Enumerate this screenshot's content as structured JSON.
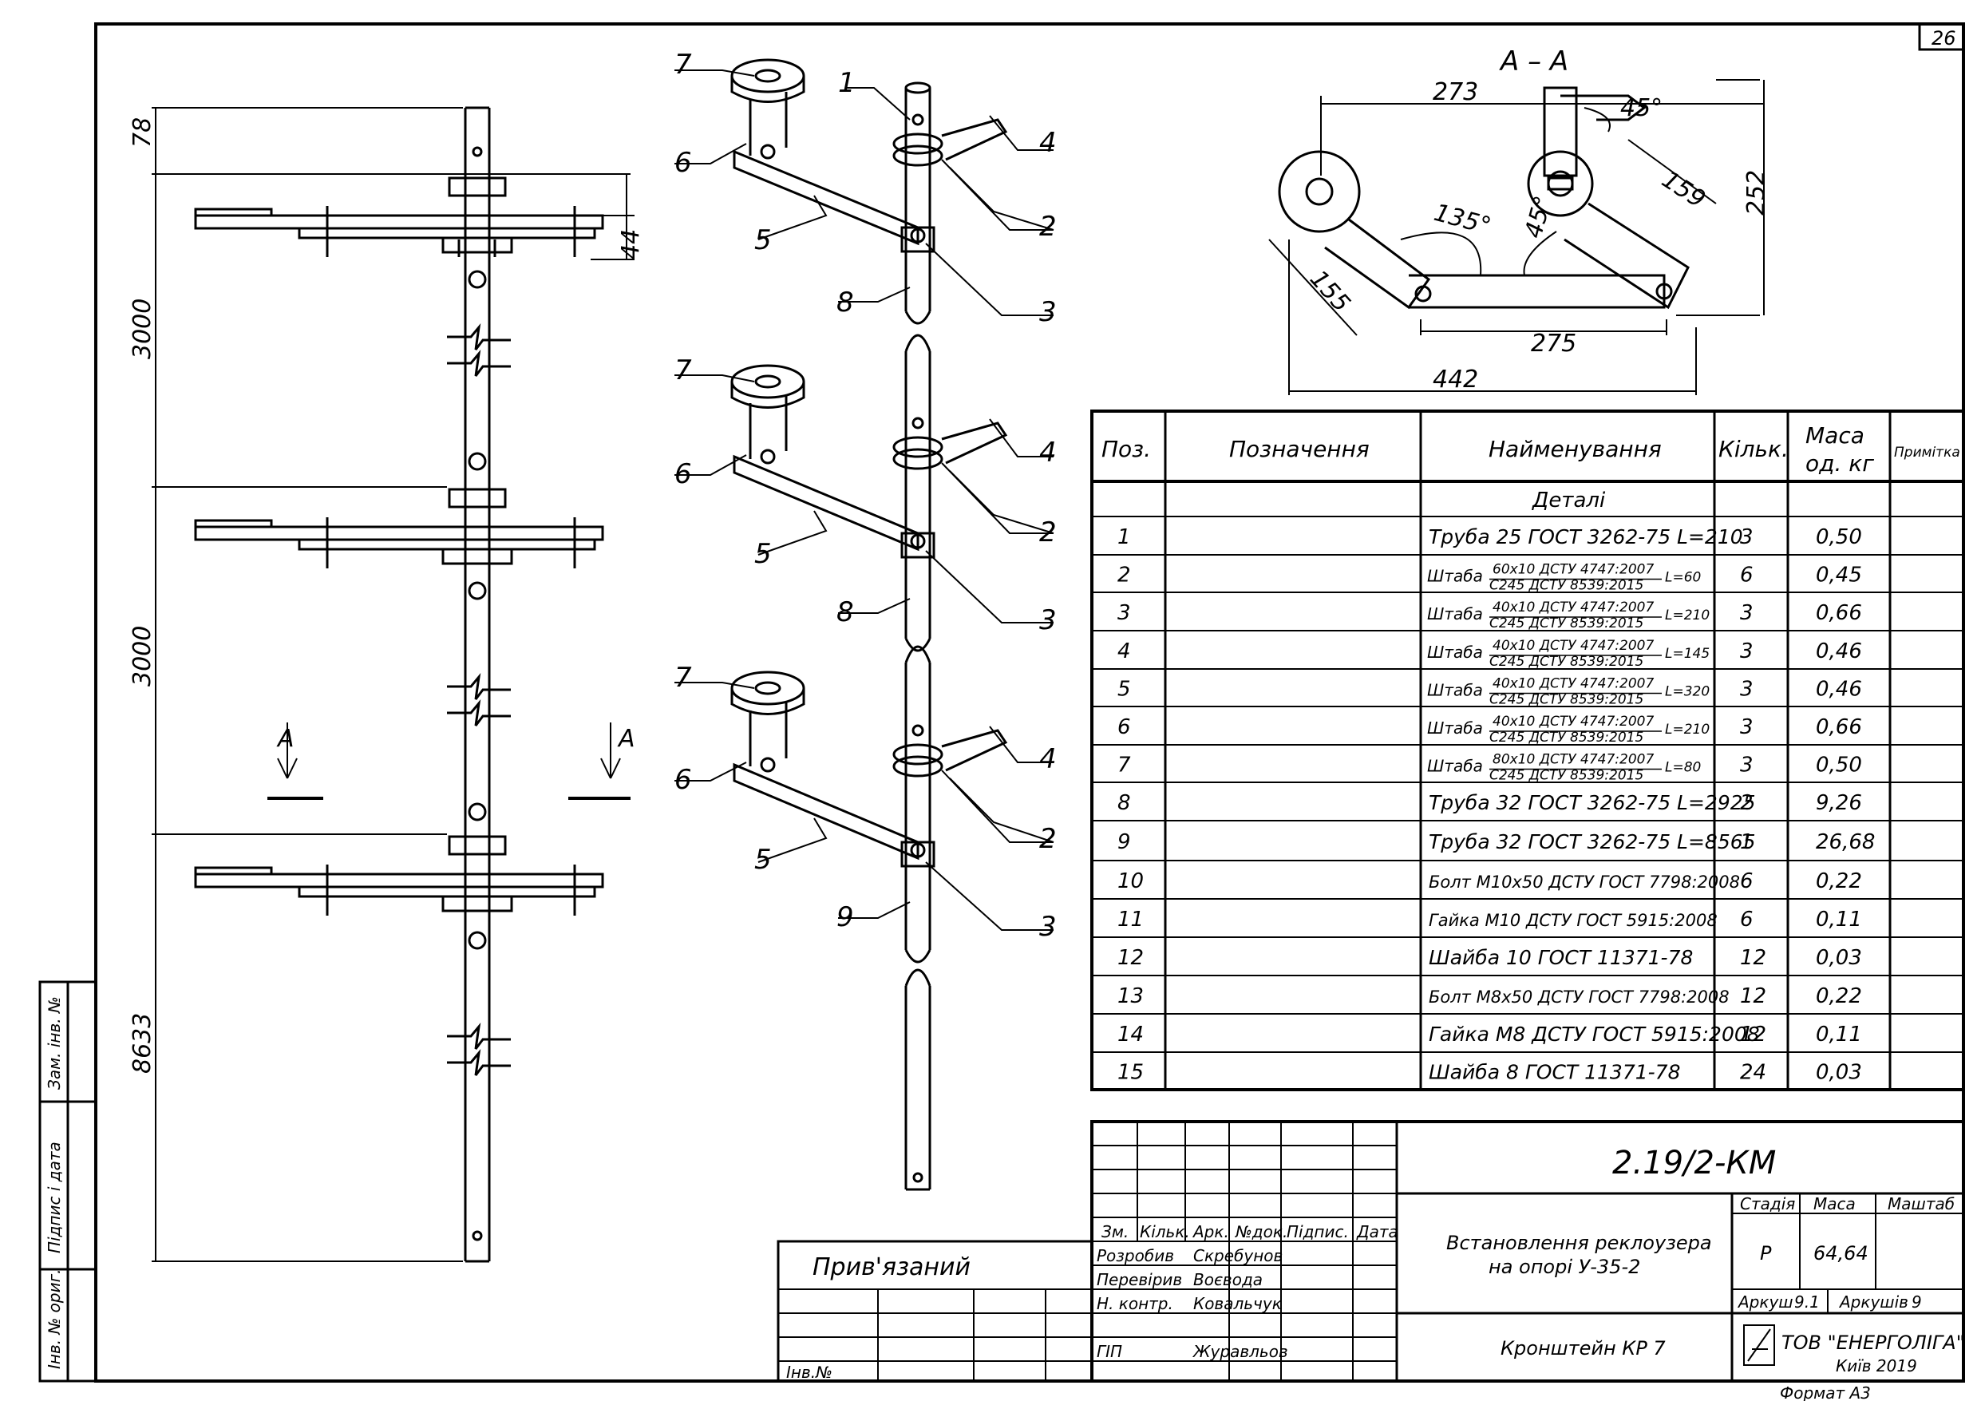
{
  "sheet_number": "26",
  "format": "Формат А3",
  "section": {
    "title": "A – A",
    "cut_label": "A"
  },
  "left_dims": [
    "78",
    "44",
    "3000",
    "3000",
    "8633"
  ],
  "section_dims": {
    "d273": "273",
    "d45a": "45°",
    "d252": "252",
    "d159": "159",
    "d135": "135°",
    "d45b": "45°",
    "d155": "155",
    "d275": "275",
    "d442": "442"
  },
  "callouts": {
    "c1": "1",
    "c2": "2",
    "c3": "3",
    "c4": "4",
    "c5": "5",
    "c6": "6",
    "c7": "7",
    "c8": "8",
    "c9": "9"
  },
  "spec": {
    "headers": {
      "pos": "Поз.",
      "designation": "Позначення",
      "name": "Найменування",
      "qty": "Кільк.",
      "mass1": "Маса",
      "mass2": "од. кг",
      "note": "Примітка"
    },
    "group": "Деталі",
    "rows": [
      {
        "pos": "1",
        "name": "Труба 25 ГОСТ 3262-75 L=210",
        "qty": "3",
        "mass": "0,50"
      },
      {
        "pos": "2",
        "pre": "Штаба",
        "top": "60х10 ДСТУ 4747:2007",
        "bot": "С245 ДСТУ 8539:2015",
        "len": "L=60",
        "qty": "6",
        "mass": "0,45"
      },
      {
        "pos": "3",
        "pre": "Штаба",
        "top": "40х10 ДСТУ 4747:2007",
        "bot": "С245 ДСТУ 8539:2015",
        "len": "L=210",
        "qty": "3",
        "mass": "0,66"
      },
      {
        "pos": "4",
        "pre": "Штаба",
        "top": "40х10 ДСТУ 4747:2007",
        "bot": "С245 ДСТУ 8539:2015",
        "len": "L=145",
        "qty": "3",
        "mass": "0,46"
      },
      {
        "pos": "5",
        "pre": "Штаба",
        "top": "40х10 ДСТУ 4747:2007",
        "bot": "С245 ДСТУ 8539:2015",
        "len": "L=320",
        "qty": "3",
        "mass": "0,46"
      },
      {
        "pos": "6",
        "pre": "Штаба",
        "top": "40х10 ДСТУ 4747:2007",
        "bot": "С245 ДСТУ 8539:2015",
        "len": "L=210",
        "qty": "3",
        "mass": "0,66"
      },
      {
        "pos": "7",
        "pre": "Штаба",
        "top": "80х10 ДСТУ 4747:2007",
        "bot": "С245 ДСТУ 8539:2015",
        "len": "L=80",
        "qty": "3",
        "mass": "0,50"
      },
      {
        "pos": "8",
        "name": "Труба 32 ГОСТ 3262-75 L=2925",
        "qty": "2",
        "mass": "9,26"
      },
      {
        "pos": "9",
        "name": "Труба 32 ГОСТ 3262-75 L=8565",
        "qty": "1",
        "mass": "26,68"
      },
      {
        "pos": "10",
        "name": "Болт М10х50 ДСТУ ГОСТ 7798:2008",
        "qty": "6",
        "mass": "0,22"
      },
      {
        "pos": "11",
        "name": "Гайка М10 ДСТУ ГОСТ 5915:2008",
        "qty": "6",
        "mass": "0,11"
      },
      {
        "pos": "12",
        "name": "Шайба 10 ГОСТ 11371-78",
        "qty": "12",
        "mass": "0,03"
      },
      {
        "pos": "13",
        "name": "Болт М8х50 ДСТУ ГОСТ 7798:2008",
        "qty": "12",
        "mass": "0,22"
      },
      {
        "pos": "14",
        "name": "Гайка М8 ДСТУ ГОСТ 5915:2008",
        "qty": "12",
        "mass": "0,11"
      },
      {
        "pos": "15",
        "name": "Шайба 8 ГОСТ 11371-78",
        "qty": "24",
        "mass": "0,03"
      }
    ]
  },
  "title_block": {
    "doc_code": "2.19/2-КМ",
    "project_title_1": "Встановлення реклоузера",
    "project_title_2": "на опорі У-35-2",
    "sheet_title": "Кронштейн КР 7",
    "col_headers": {
      "zm": "Зм.",
      "kilk": "Кільк.",
      "ark": "Арк.",
      "ndok": "№док.",
      "pidpys": "Підпис.",
      "data": "Дата"
    },
    "roles": {
      "razrobyv": "Розробив",
      "pereviryv": "Перевірив",
      "n_kontr": "Н. контр.",
      "gip": "ГІП"
    },
    "names": {
      "razrobyv": "Скребунов",
      "pereviryv": "Воєвода",
      "n_kontr": "Ковальчук",
      "gip": "Журавльов"
    },
    "stage_label": "Стадія",
    "mass_label": "Маса",
    "scale_label": "Маштаб",
    "stage": "Р",
    "mass": "64,64",
    "sheet_label": "Аркуш",
    "sheet_value": "9.1",
    "sheets_label": "Аркушів",
    "sheets_value": "9",
    "company": "ТОВ \"ЕНЕРГОЛІГА\"",
    "city_year": "Київ 2019",
    "linked": "Прив'язаний",
    "inv_no": "Інв.№"
  },
  "side_stamp": {
    "zam_inv": "Зам. інв. №",
    "pidpys_data": "Підпис і дата",
    "inv_orig": "Інв. № ориг."
  }
}
